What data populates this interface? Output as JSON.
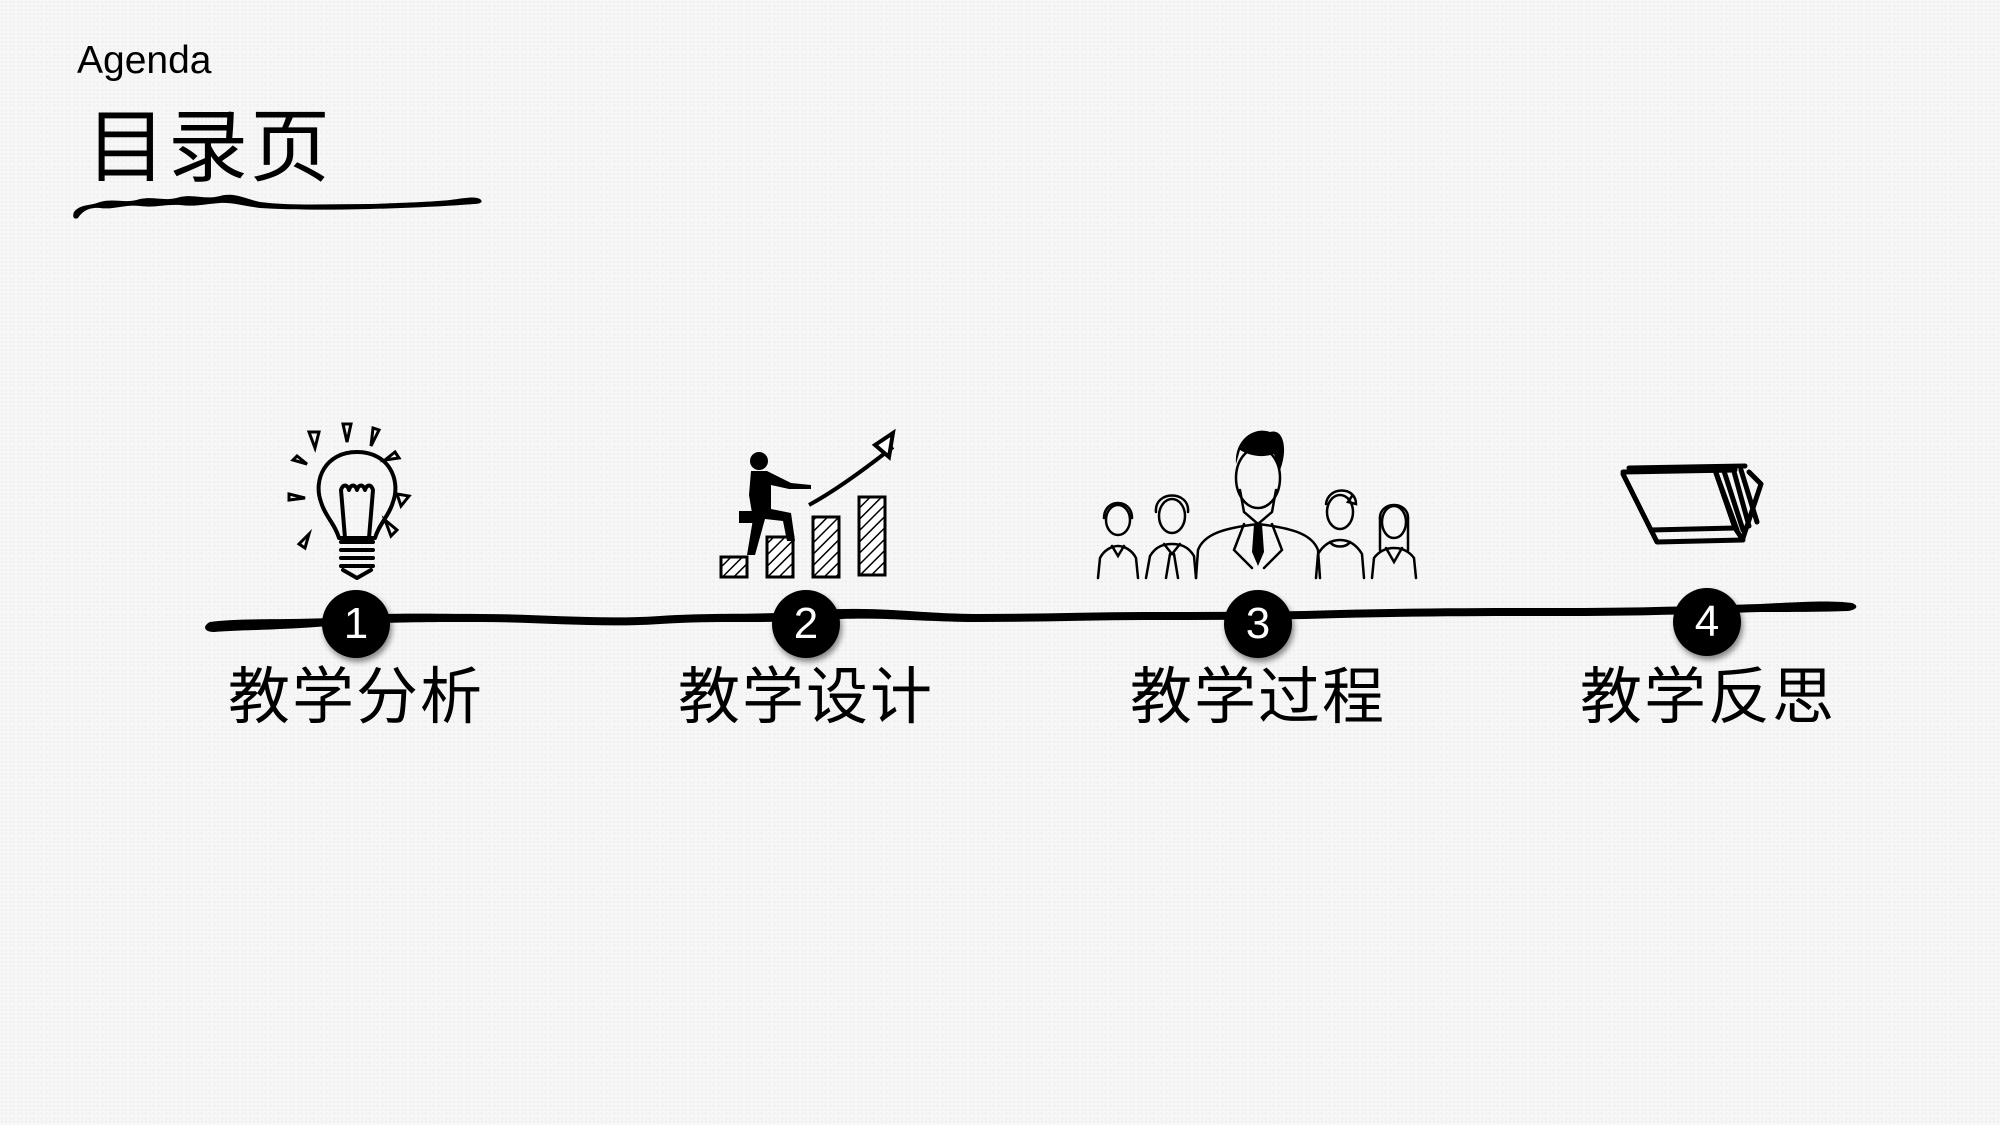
{
  "header": {
    "subtitle": "Agenda",
    "title": "目录页"
  },
  "timeline": {
    "items": [
      {
        "number": "1",
        "label": "教学分析",
        "icon": "lightbulb-icon"
      },
      {
        "number": "2",
        "label": "教学设计",
        "icon": "growth-chart-climber-icon"
      },
      {
        "number": "3",
        "label": "教学过程",
        "icon": "people-group-icon"
      },
      {
        "number": "4",
        "label": "教学反思",
        "icon": "open-book-icon"
      }
    ]
  },
  "colors": {
    "background": "#f6f7f6",
    "ink": "#000000",
    "number_text": "#ffffff"
  }
}
